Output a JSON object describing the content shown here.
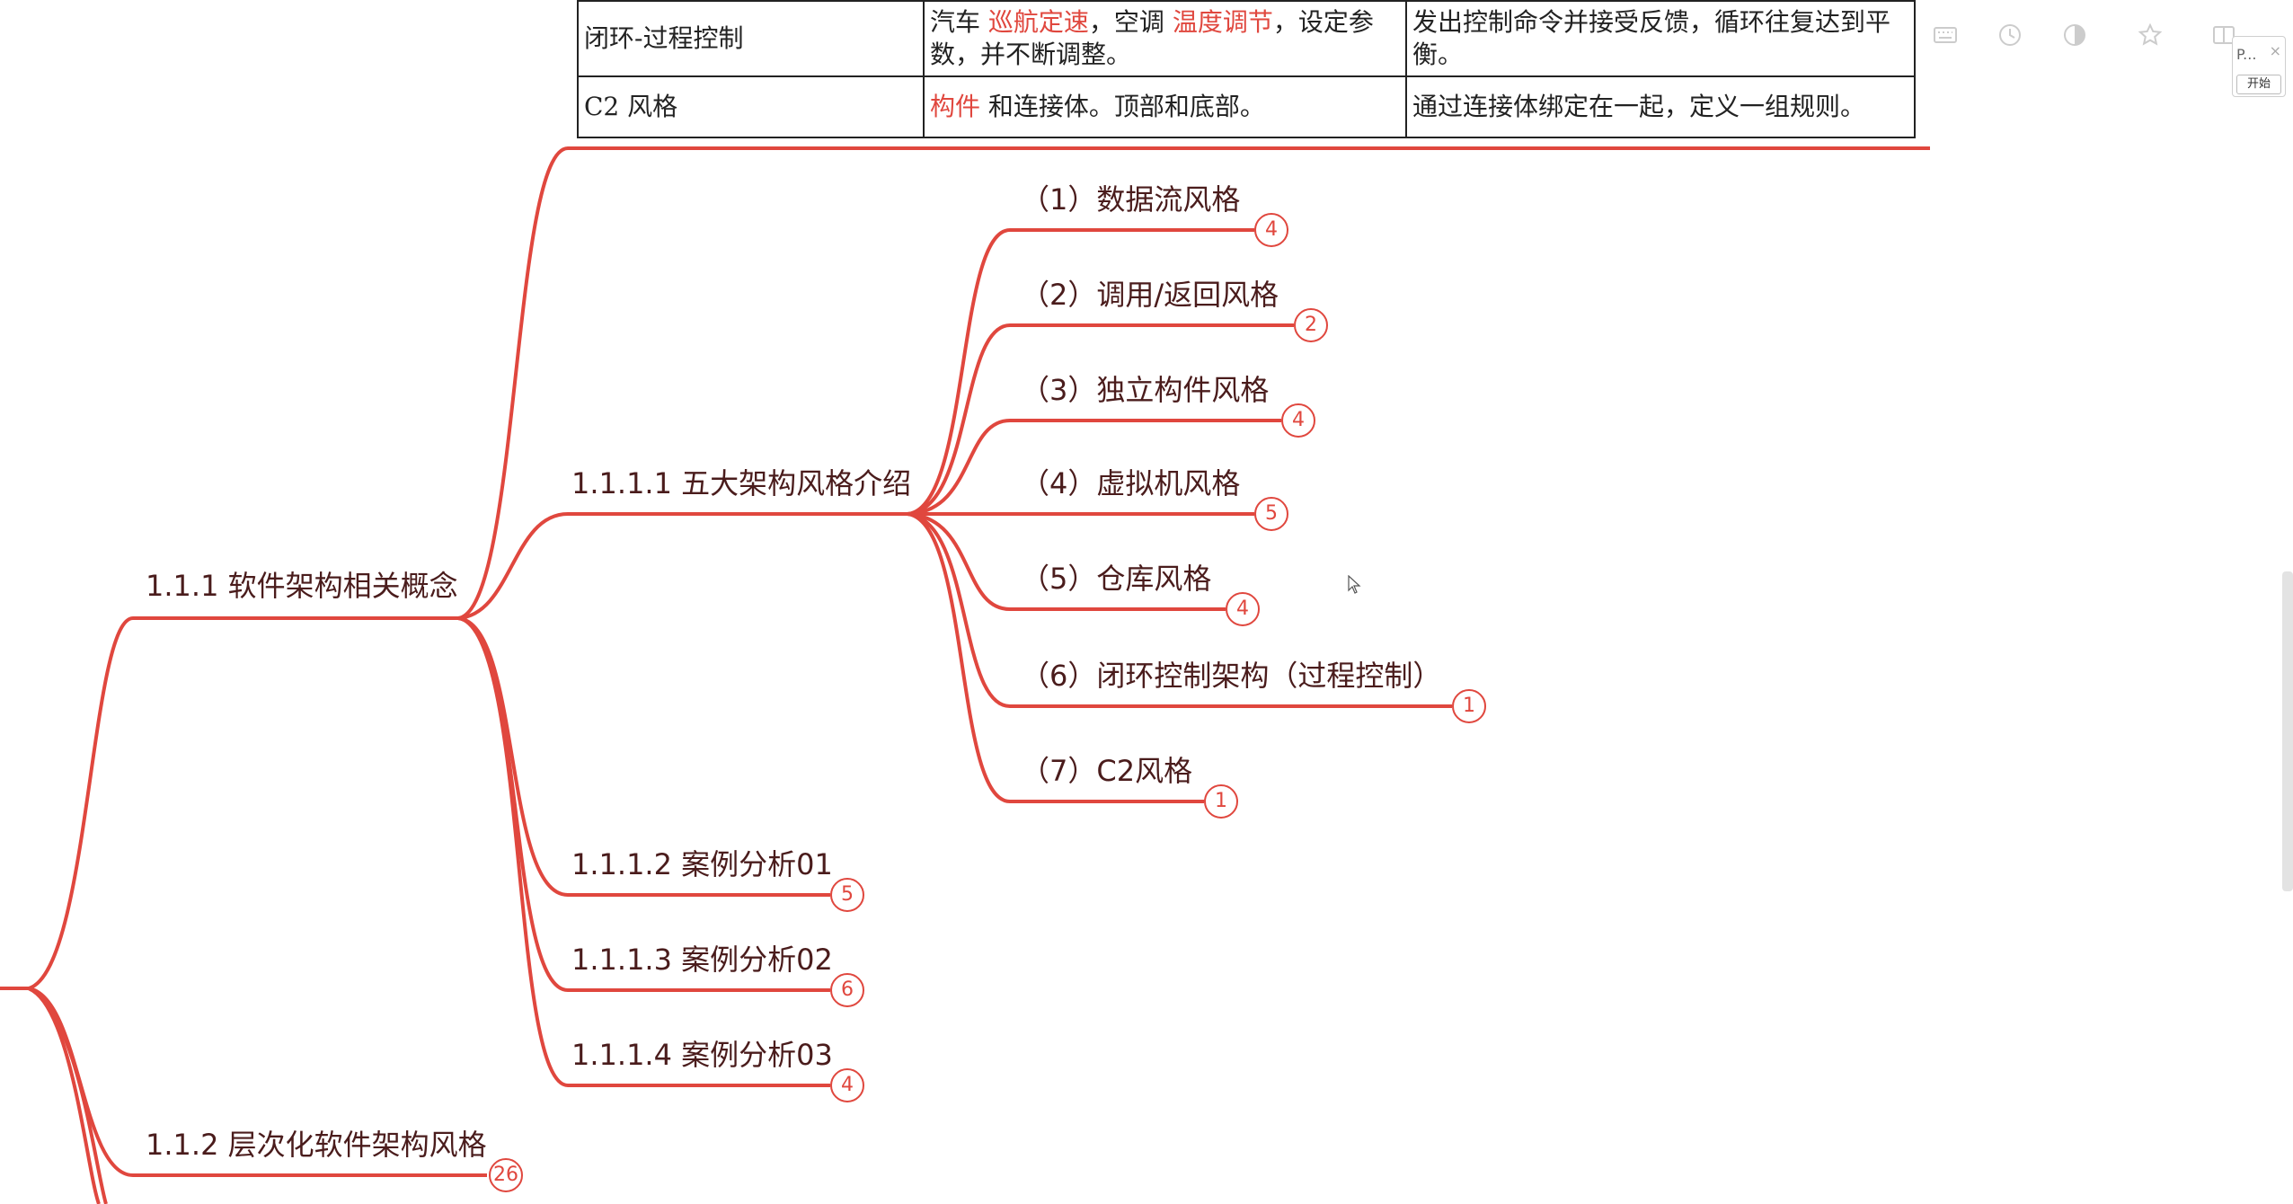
{
  "table": {
    "rows": [
      {
        "col1": "闭环-过程控制",
        "col2_parts": [
          "汽车 ",
          "巡航定速",
          "，空调 ",
          "温度调节",
          "，设定参数，并不断调整。"
        ],
        "col3": "发出控制命令并接受反馈，循环往复达到平衡。"
      },
      {
        "col1": "C2 风格",
        "col2_parts": [
          "构件",
          " 和连接体。顶部和底部。"
        ],
        "col3": "通过连接体绑定在一起，定义一组规则。"
      }
    ]
  },
  "mindmap": {
    "line_color": "#e0473e",
    "nodes": {
      "n111": {
        "label": "1.1.1 软件架构相关概念"
      },
      "n1111": {
        "label": "1.1.1.1 五大架构风格介绍"
      },
      "s1": {
        "label": "（1）数据流风格",
        "count": "4"
      },
      "s2": {
        "label": "（2）调用/返回风格",
        "count": "2"
      },
      "s3": {
        "label": "（3）独立构件风格",
        "count": "4"
      },
      "s4": {
        "label": "（4）虚拟机风格",
        "count": "5"
      },
      "s5": {
        "label": "（5）仓库风格",
        "count": "4"
      },
      "s6": {
        "label": "（6）闭环控制架构（过程控制）",
        "count": "1"
      },
      "s7": {
        "label": "（7）C2风格",
        "count": "1"
      },
      "n1112": {
        "label": "1.1.1.2 案例分析01",
        "count": "5"
      },
      "n1113": {
        "label": "1.1.1.3 案例分析02",
        "count": "6"
      },
      "n1114": {
        "label": "1.1.1.4 案例分析03",
        "count": "4"
      },
      "n112": {
        "label": "1.1.2 层次化软件架构风格",
        "count": "26"
      }
    }
  },
  "side_panel": {
    "label": "P...",
    "start": "开始"
  },
  "icons": [
    "keyboard-icon",
    "clock-icon",
    "contrast-icon",
    "star-icon",
    "split-view-icon",
    "close-icon",
    "cursor-icon"
  ]
}
